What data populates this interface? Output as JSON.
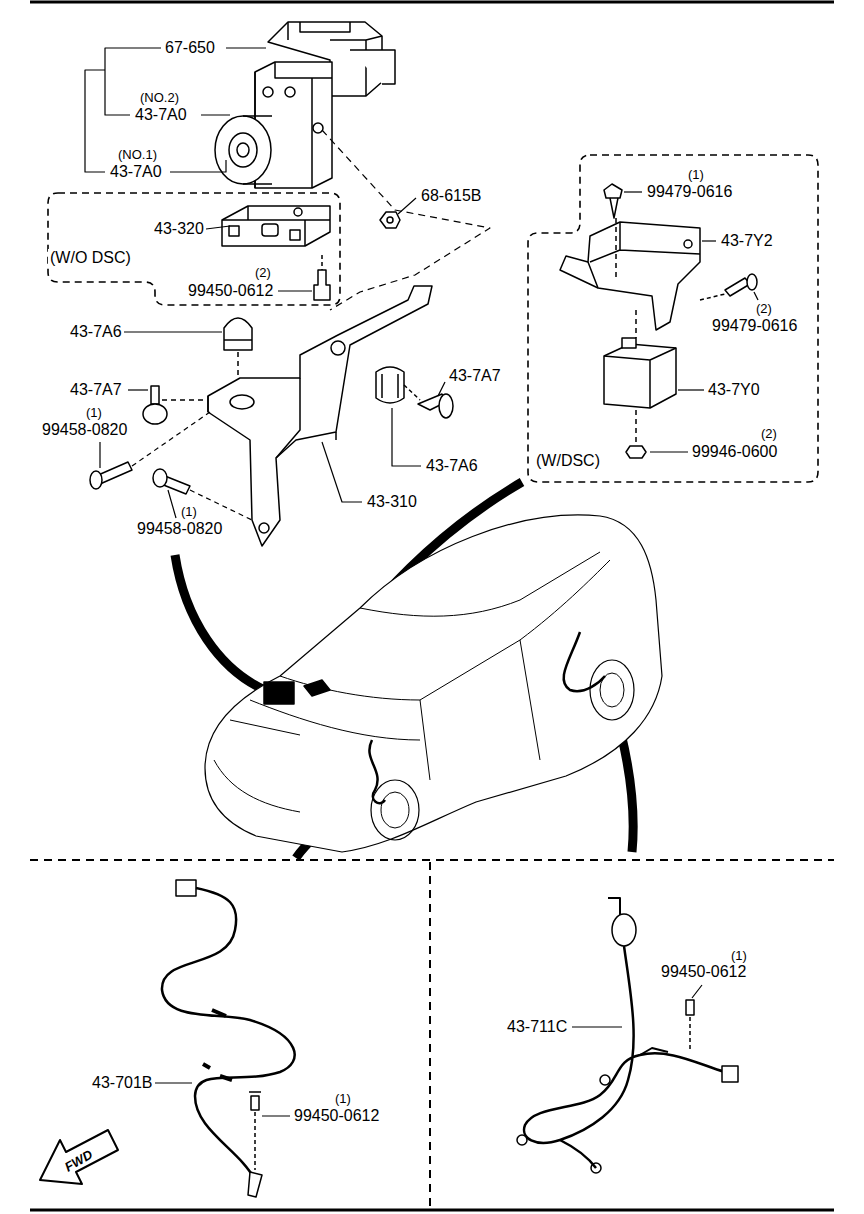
{
  "diagram": {
    "nodes": [
      {
        "text": [
          "(W/O DSC)"
        ]
      },
      {
        "text": [
          "(W/DSC)"
        ]
      }
    ],
    "labels": [
      "67-650",
      "(NO.2)",
      "43-7A0",
      "(NO.1)",
      "43-7A0",
      "68-615B",
      "43-320",
      "(2)",
      "99450-0612",
      "43-7A6",
      "43-7A7",
      "(1)",
      "99458-0820",
      "43-7A7",
      "43-7A6",
      "(1)",
      "99458-0820",
      "43-310",
      "(1)",
      "99479-0616",
      "43-7Y2",
      "(2)",
      "99479-0616",
      "43-7Y0",
      "(2)",
      "99946-0600",
      "43-701B",
      "(1)",
      "99450-0612",
      "FWD",
      "(1)",
      "99450-0612",
      "43-711C"
    ]
  }
}
